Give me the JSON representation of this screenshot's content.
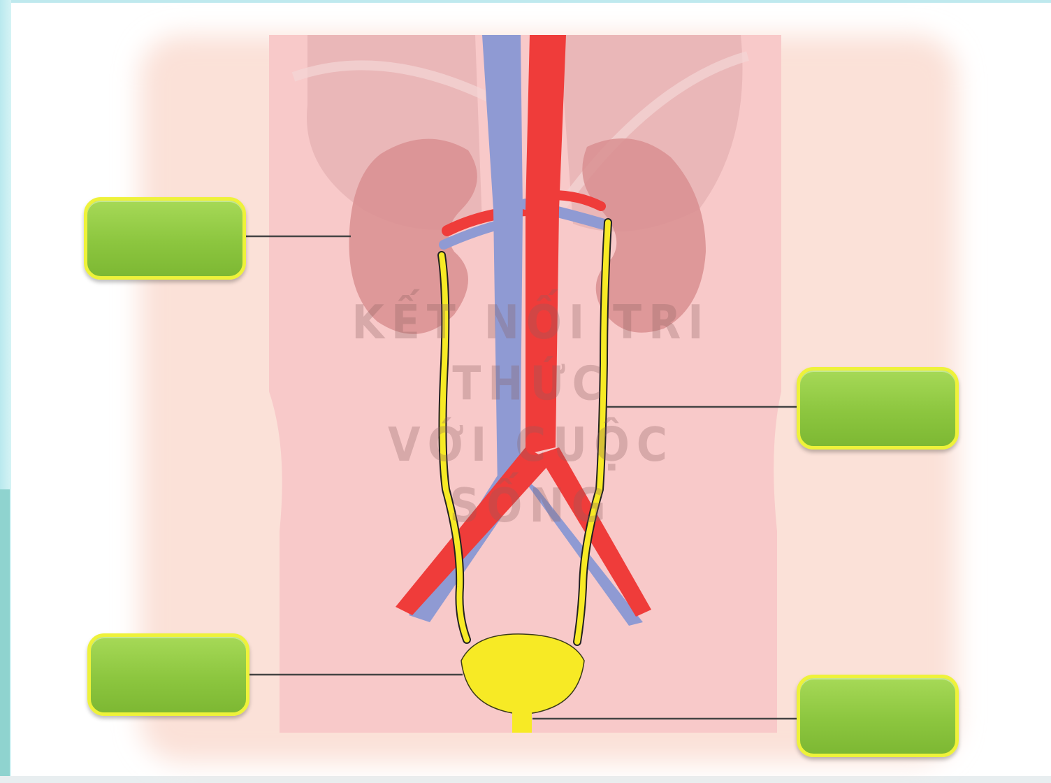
{
  "watermark": {
    "line1": "KẾT NỐI TRI THỨC",
    "line2": "VỚI CUỘC SỐNG"
  },
  "label_boxes": [
    {
      "id": "kidney",
      "text": ""
    },
    {
      "id": "ureter",
      "text": ""
    },
    {
      "id": "bladder",
      "text": ""
    },
    {
      "id": "urethra",
      "text": ""
    }
  ],
  "colors": {
    "background_blush": "#fbe4dc",
    "body": "#f8c8c8",
    "kidney": "#d98f91",
    "vein": "#8f9ad3",
    "artery": "#ef3c3a",
    "ureter": "#f7ea25",
    "label_fill": "#8cc63f",
    "label_border": "#eef23a"
  }
}
